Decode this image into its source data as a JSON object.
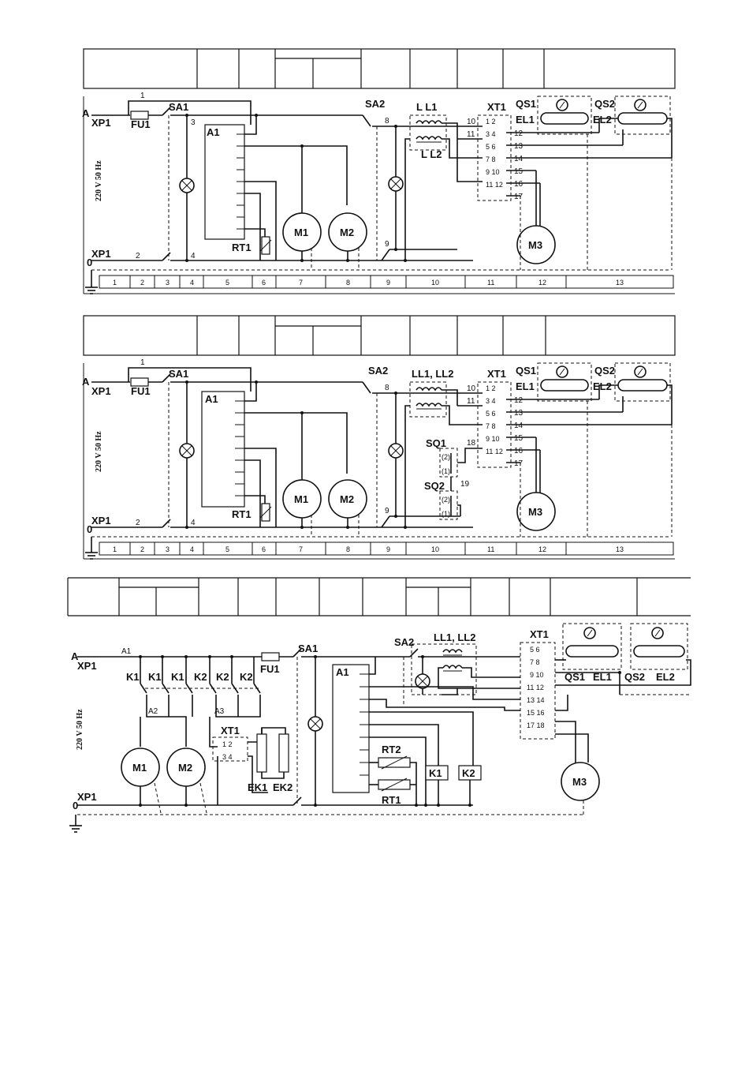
{
  "voltage_label": "220 V 50 Hz",
  "d1": {
    "labels": {
      "A": "A",
      "XP1": "XP1",
      "zero": "0",
      "XP1b": "XP1",
      "FU1": "FU1",
      "SA1": "SA1",
      "SA2": "SA2",
      "A1": "A1",
      "RT1": "RT1",
      "M1": "M1",
      "M2": "M2",
      "M3": "M3",
      "LL1": "L L1",
      "LL2": "L L2",
      "XT1": "XT1",
      "QS1": "QS1",
      "QS2": "QS2",
      "EL1": "EL1",
      "EL2": "EL2"
    },
    "wire_numbers": [
      "1",
      "2",
      "3",
      "4",
      "8",
      "9",
      "10",
      "11",
      "12",
      "13",
      "14",
      "15",
      "16",
      "17"
    ],
    "terminals": [
      "1  2",
      "3  4",
      "5  6",
      "7  8",
      "9 10",
      "11 12"
    ],
    "zones": [
      "1",
      "2",
      "3",
      "4",
      "5",
      "6",
      "7",
      "8",
      "9",
      "10",
      "11",
      "12",
      "13"
    ]
  },
  "d2": {
    "labels": {
      "A": "A",
      "XP1": "XP1",
      "zero": "0",
      "XP1b": "XP1",
      "FU1": "FU1",
      "SA1": "SA1",
      "SA2": "SA2",
      "A1": "A1",
      "RT1": "RT1",
      "M1": "M1",
      "M2": "M2",
      "M3": "M3",
      "LL": "LL1, LL2",
      "XT1": "XT1",
      "QS1": "QS1",
      "QS2": "QS2",
      "EL1": "EL1",
      "EL2": "EL2",
      "SQ1": "SQ1",
      "SQ2": "SQ2"
    },
    "wire_numbers": [
      "1",
      "2",
      "4",
      "8",
      "9",
      "10",
      "11",
      "12",
      "13",
      "14",
      "15",
      "16",
      "17",
      "18",
      "19"
    ],
    "terminals": [
      "1  2",
      "3  4",
      "5  6",
      "7  8",
      "9 10",
      "11 12"
    ],
    "zones": [
      "1",
      "2",
      "3",
      "4",
      "5",
      "6",
      "7",
      "8",
      "9",
      "10",
      "11",
      "12",
      "13"
    ]
  },
  "d3": {
    "labels": {
      "A": "A",
      "XP1": "XP1",
      "zero": "0",
      "XP1b": "XP1",
      "A1w": "A1",
      "A2": "A2",
      "A3": "A3",
      "K1a": "K1",
      "K1b": "K1",
      "K1c": "K1",
      "K2a": "K2",
      "K2b": "K2",
      "K2c": "K2",
      "M1": "M1",
      "M2": "M2",
      "M3": "M3",
      "XT1a": "XT1",
      "EK1": "EK1",
      "EK2": "EK2",
      "FU1": "FU1",
      "SA1": "SA1",
      "SA2": "SA2",
      "A1": "A1",
      "RT2": "RT2",
      "RT1": "RT1",
      "K1r": "K1",
      "K2r": "K2",
      "LL": "LL1, LL2",
      "XT1b": "XT1",
      "QS1": "QS1",
      "EL1": "EL1",
      "QS2": "QS2",
      "EL2": "EL2"
    },
    "terminals_a": [
      "1  2",
      "3  4"
    ],
    "terminals_b": [
      "5  6",
      "7  8",
      "9 10",
      "11 12",
      "13 14",
      "15 16",
      "17 18"
    ]
  }
}
